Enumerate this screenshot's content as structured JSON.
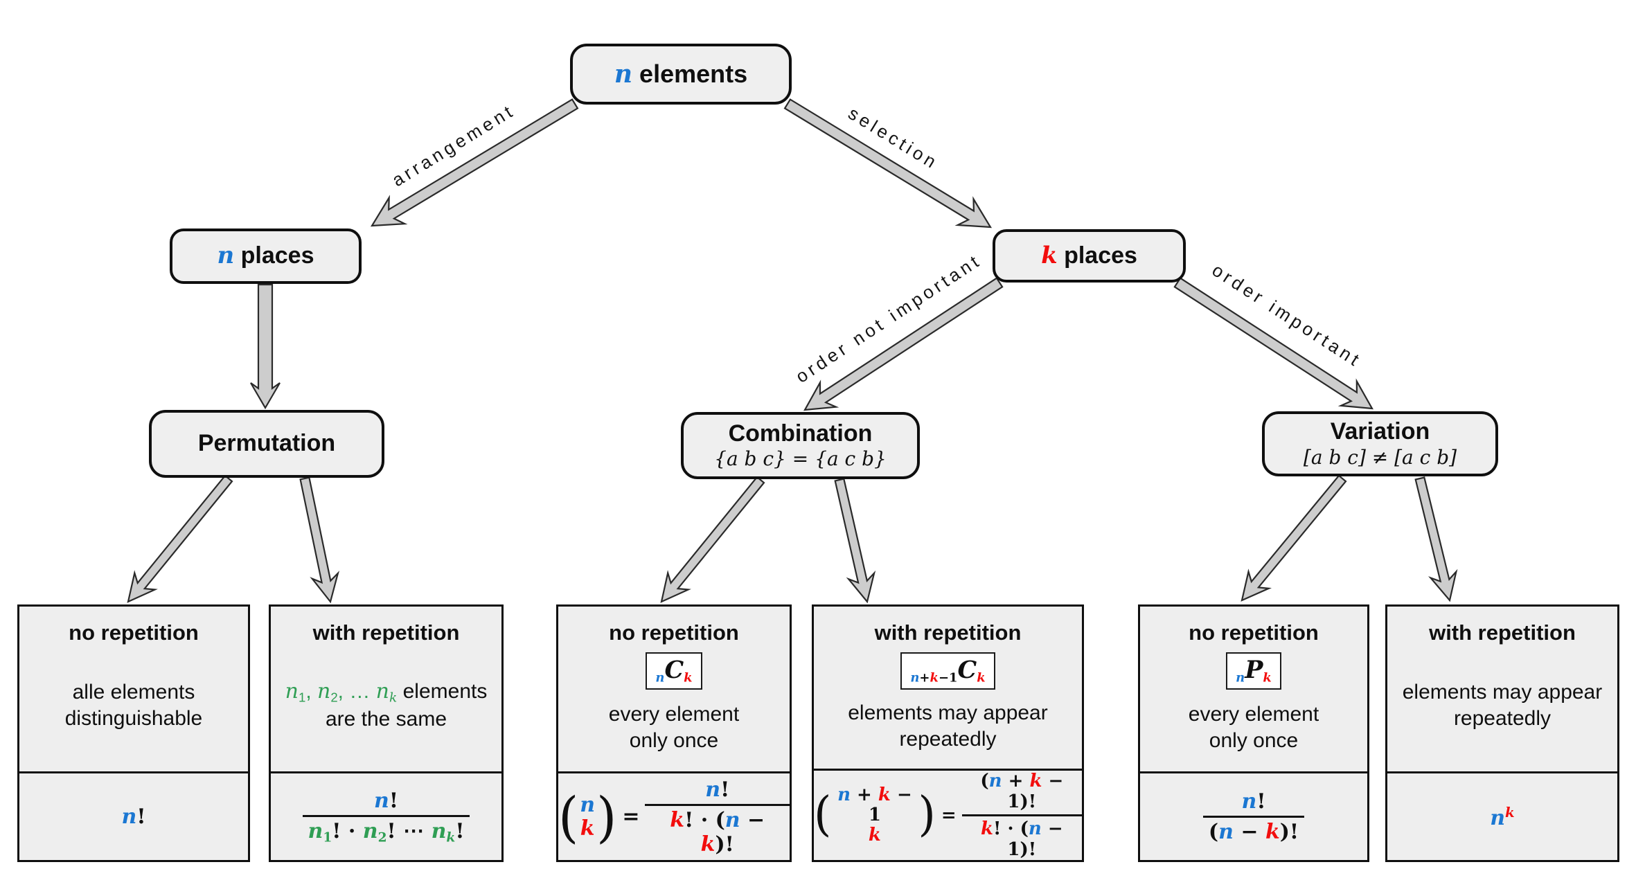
{
  "colors": {
    "blue": "#1b77d2",
    "red": "#f20d0d",
    "green": "#2f9e54",
    "black": "#0f0f0f"
  },
  "nodes": {
    "root": {
      "title": [
        {
          "t": "n",
          "c": "blue",
          "m": 1
        },
        {
          "t": " elements"
        }
      ]
    },
    "n_places": {
      "title": [
        {
          "t": "n",
          "c": "blue",
          "m": 1
        },
        {
          "t": " places"
        }
      ]
    },
    "k_places": {
      "title": [
        {
          "t": "k",
          "c": "red",
          "m": 1
        },
        {
          "t": " places"
        }
      ]
    },
    "permutation": {
      "title": [
        {
          "t": "Permutation"
        }
      ]
    },
    "combination": {
      "title": [
        {
          "t": "Combination"
        }
      ],
      "subtitle": [
        {
          "t": "{a b c} = {a c b}",
          "m": 1
        }
      ]
    },
    "variation": {
      "title": [
        {
          "t": "Variation"
        }
      ],
      "subtitle": [
        {
          "t": "[a b c] ≠ [a c b]",
          "m": 1
        }
      ]
    }
  },
  "edges": {
    "arrangement": "arrangement",
    "selection": "selection",
    "order_not_important": "order not important",
    "order_important": "order important"
  },
  "leaves": [
    {
      "header": "no repetition",
      "desc": [
        [
          {
            "t": "alle elements"
          }
        ],
        [
          {
            "t": "distinguishable"
          }
        ]
      ],
      "formula": {
        "type": "tokens",
        "tokens": [
          {
            "t": "n",
            "c": "blue",
            "m": 1
          },
          {
            "t": "!"
          }
        ]
      }
    },
    {
      "header": "with repetition",
      "desc": [
        [
          {
            "t": "n",
            "c": "green",
            "m": 1
          },
          {
            "t": "1",
            "c": "green",
            "sub": 1
          },
          {
            "t": ", ",
            "c": "green"
          },
          {
            "t": "n",
            "c": "green",
            "m": 1
          },
          {
            "t": "2",
            "c": "green",
            "sub": 1
          },
          {
            "t": ", … ",
            "c": "green"
          },
          {
            "t": "n",
            "c": "green",
            "m": 1
          },
          {
            "t": "k",
            "c": "green",
            "m": 1,
            "sub": 1
          },
          {
            "t": " elements"
          }
        ],
        [
          {
            "t": "are the same"
          }
        ]
      ],
      "formula": {
        "type": "frac",
        "num": [
          {
            "t": "n",
            "c": "blue",
            "m": 1
          },
          {
            "t": "!"
          }
        ],
        "den": [
          {
            "t": "n",
            "c": "green",
            "m": 1
          },
          {
            "t": "1",
            "c": "green",
            "sub": 1
          },
          {
            "t": "! · "
          },
          {
            "t": "n",
            "c": "green",
            "m": 1
          },
          {
            "t": "2",
            "c": "green",
            "sub": 1
          },
          {
            "t": "! ⋯ "
          },
          {
            "t": "n",
            "c": "green",
            "m": 1
          },
          {
            "t": "k",
            "c": "green",
            "m": 1,
            "sub": 1
          },
          {
            "t": "!"
          }
        ]
      }
    },
    {
      "header": "no repetition",
      "badge": [
        {
          "t": "n",
          "c": "blue",
          "m": 1,
          "sub": 1
        },
        {
          "t": "C",
          "m": 1,
          "big": 1
        },
        {
          "t": "k",
          "c": "red",
          "m": 1,
          "sub": 1
        }
      ],
      "desc": [
        [
          {
            "t": "every element"
          }
        ],
        [
          {
            "t": "only once"
          }
        ]
      ],
      "formula": {
        "type": "row",
        "items": [
          {
            "type": "binom",
            "top": [
              {
                "t": "n",
                "c": "blue",
                "m": 1
              }
            ],
            "bottom": [
              {
                "t": "k",
                "c": "red",
                "m": 1
              }
            ]
          },
          {
            "type": "tokens",
            "tokens": [
              {
                "t": "="
              }
            ]
          },
          {
            "type": "frac",
            "num": [
              {
                "t": "n",
                "c": "blue",
                "m": 1
              },
              {
                "t": "!"
              }
            ],
            "den": [
              {
                "t": "k",
                "c": "red",
                "m": 1
              },
              {
                "t": "! · ("
              },
              {
                "t": "n",
                "c": "blue",
                "m": 1
              },
              {
                "t": " − "
              },
              {
                "t": "k",
                "c": "red",
                "m": 1
              },
              {
                "t": ")!"
              }
            ]
          }
        ]
      }
    },
    {
      "header": "with repetition",
      "badge": [
        {
          "t": "n",
          "c": "blue",
          "m": 1,
          "sub": 1
        },
        {
          "t": "+",
          "sub": 1
        },
        {
          "t": "k",
          "c": "red",
          "m": 1,
          "sub": 1
        },
        {
          "t": "−1",
          "sub": 1
        },
        {
          "t": "C",
          "m": 1,
          "big": 1
        },
        {
          "t": "k",
          "c": "red",
          "m": 1,
          "sub": 1
        }
      ],
      "desc": [
        [
          {
            "t": "elements may appear"
          }
        ],
        [
          {
            "t": "repeatedly"
          }
        ]
      ],
      "formula": {
        "type": "row",
        "items": [
          {
            "type": "binom",
            "top": [
              {
                "t": "n",
                "c": "blue",
                "m": 1
              },
              {
                "t": " + "
              },
              {
                "t": "k",
                "c": "red",
                "m": 1
              },
              {
                "t": " − 1"
              }
            ],
            "bottom": [
              {
                "t": "k",
                "c": "red",
                "m": 1
              }
            ]
          },
          {
            "type": "tokens",
            "tokens": [
              {
                "t": "="
              }
            ]
          },
          {
            "type": "frac",
            "num": [
              {
                "t": "("
              },
              {
                "t": "n",
                "c": "blue",
                "m": 1
              },
              {
                "t": " + "
              },
              {
                "t": "k",
                "c": "red",
                "m": 1
              },
              {
                "t": " − 1)!"
              }
            ],
            "den": [
              {
                "t": "k",
                "c": "red",
                "m": 1
              },
              {
                "t": "! · ("
              },
              {
                "t": "n",
                "c": "blue",
                "m": 1
              },
              {
                "t": " − 1)!"
              }
            ]
          }
        ]
      }
    },
    {
      "header": "no repetition",
      "badge": [
        {
          "t": "n",
          "c": "blue",
          "m": 1,
          "sub": 1
        },
        {
          "t": "P",
          "m": 1,
          "big": 1
        },
        {
          "t": "k",
          "c": "red",
          "m": 1,
          "sub": 1
        }
      ],
      "desc": [
        [
          {
            "t": "every element"
          }
        ],
        [
          {
            "t": "only once"
          }
        ]
      ],
      "formula": {
        "type": "frac",
        "num": [
          {
            "t": "n",
            "c": "blue",
            "m": 1
          },
          {
            "t": "!"
          }
        ],
        "den": [
          {
            "t": "("
          },
          {
            "t": "n",
            "c": "blue",
            "m": 1
          },
          {
            "t": " − "
          },
          {
            "t": "k",
            "c": "red",
            "m": 1
          },
          {
            "t": ")!"
          }
        ]
      }
    },
    {
      "header": "with repetition",
      "desc": [
        [
          {
            "t": "elements may appear"
          }
        ],
        [
          {
            "t": "repeatedly"
          }
        ]
      ],
      "formula": {
        "type": "tokens",
        "tokens": [
          {
            "t": "n",
            "c": "blue",
            "m": 1
          },
          {
            "t": "k",
            "c": "red",
            "m": 1,
            "sup": 1
          }
        ]
      }
    }
  ]
}
